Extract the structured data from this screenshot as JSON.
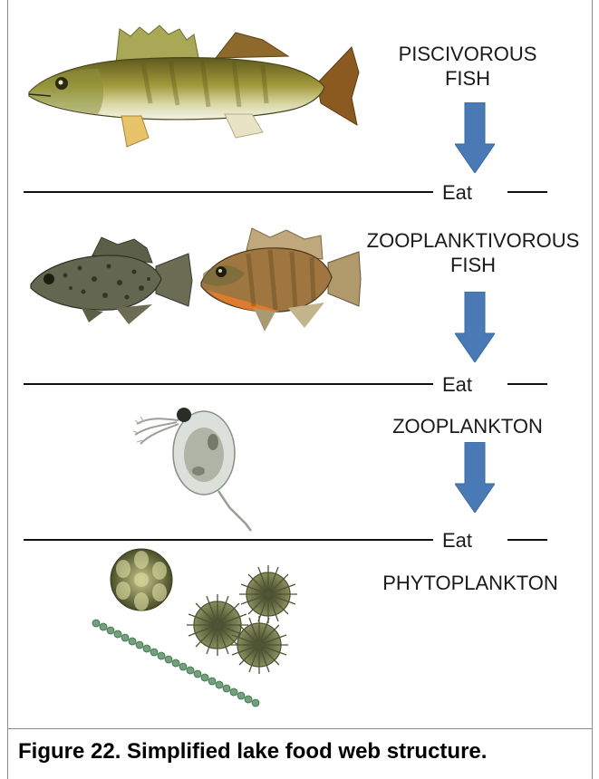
{
  "levels": [
    {
      "line1": "PISCIVOROUS",
      "line2": "FISH"
    },
    {
      "line1": "ZOOPLANKTIVOROUS",
      "line2": "FISH"
    },
    {
      "line1": "ZOOPLANKTON",
      "line2": ""
    },
    {
      "line1": "PHYTOPLANKTON",
      "line2": ""
    }
  ],
  "eat_label": "Eat",
  "caption": "Figure 22. Simplified lake food web structure.",
  "colors": {
    "arrow": "#4a7ab5",
    "line": "#111111",
    "border": "#8c8c8c"
  }
}
